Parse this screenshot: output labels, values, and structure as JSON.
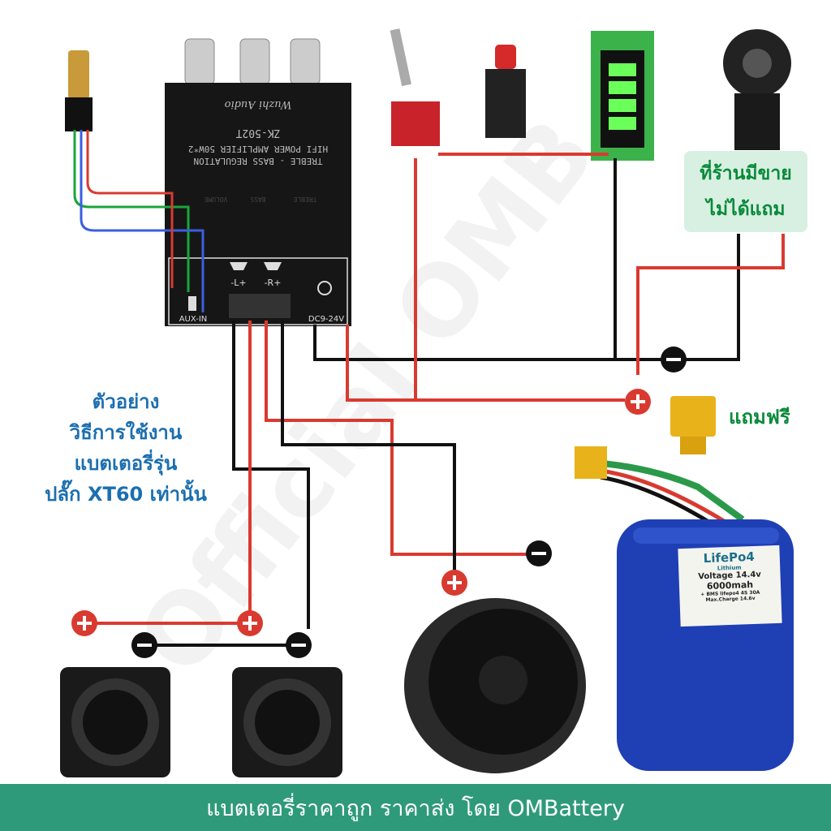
{
  "watermark": "Official OMB",
  "amplifier": {
    "model": "ZK-502T",
    "line1": "HIFI POWER AMPLIFIER 50W*2",
    "line2": "TREBLE - BASS  REGULATION",
    "brand": "Wuzhi Audio",
    "knobs": [
      "VOLUME",
      "BASS",
      "TREBLE"
    ],
    "aux_label": "AUX-IN",
    "left_label": "-L+",
    "right_label": "-R+",
    "power_label": "DC9-24V"
  },
  "notes": {
    "shop_note_line1": "ที่ร้านมีขาย",
    "shop_note_line2": "ไม่ได้แถม",
    "free": "แถมฟรี",
    "example": [
      "ตัวอย่าง",
      "วิธีการใช้งาน",
      "แบตเตอรี่รุ่น",
      "ปลั๊ก XT60 เท่านั้น"
    ]
  },
  "battery": {
    "brand": "LifePo4",
    "sub": "Lithium",
    "voltage": "Voltage 14.4v",
    "capacity": "6000mah",
    "bms": "+ BMS lifepo4 4S 30A",
    "max_charge": "Max.Charge 14.6v"
  },
  "footer": "แบตเตอรี่ราคาถูก ราคาส่ง โดย OMBattery",
  "colors": {
    "positive": "#d93a30",
    "negative": "#111111",
    "footer": "#2f9a7a",
    "battery": "#1f3fb5"
  }
}
